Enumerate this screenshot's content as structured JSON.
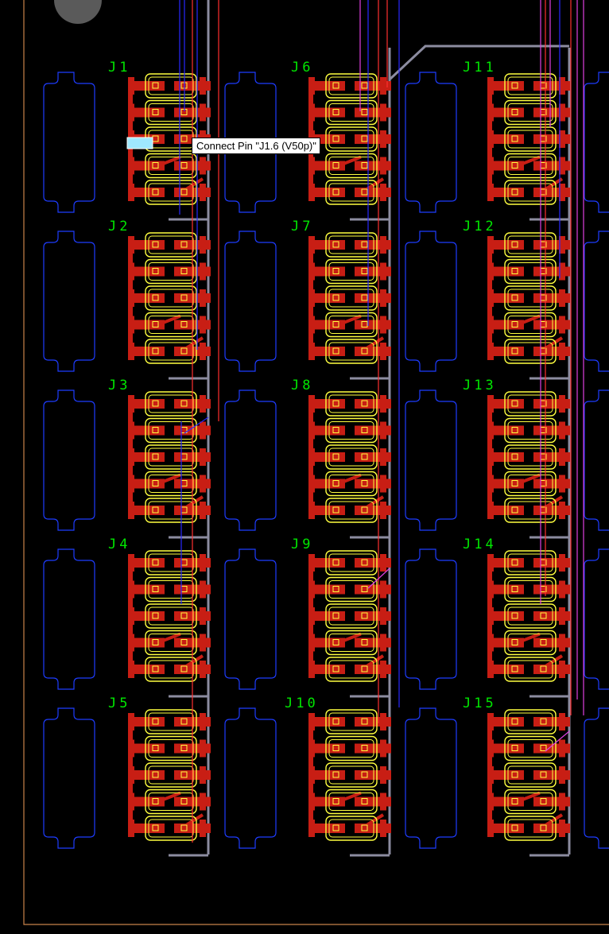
{
  "tooltip": {
    "text": "Connect Pin \"J1.6 (V50p)\""
  },
  "connectors": [
    {
      "ref": "J1"
    },
    {
      "ref": "J2"
    },
    {
      "ref": "J3"
    },
    {
      "ref": "J4"
    },
    {
      "ref": "J5"
    },
    {
      "ref": "J6"
    },
    {
      "ref": "J7"
    },
    {
      "ref": "J8"
    },
    {
      "ref": "J9"
    },
    {
      "ref": "J10"
    },
    {
      "ref": "J11"
    },
    {
      "ref": "J12"
    },
    {
      "ref": "J13"
    },
    {
      "ref": "J14"
    },
    {
      "ref": "J15"
    }
  ],
  "pins_per_row_pair": 5,
  "colors": {
    "background": "#000000",
    "board_outline": "#c8834a",
    "silkscreen_label": "#00e600",
    "component_outline": "#ffff40",
    "copper_pad": "#c81e14",
    "copper_trace": "#c81e14",
    "ratsnest_blue": "#2828ff",
    "ratsnest_magenta": "#e040e0",
    "ratsnest_red": "#ff3030",
    "keepout_outline": "#1e3cff",
    "gray_trace": "#8c8ca0",
    "pin_highlight": "#9fe8ff"
  }
}
